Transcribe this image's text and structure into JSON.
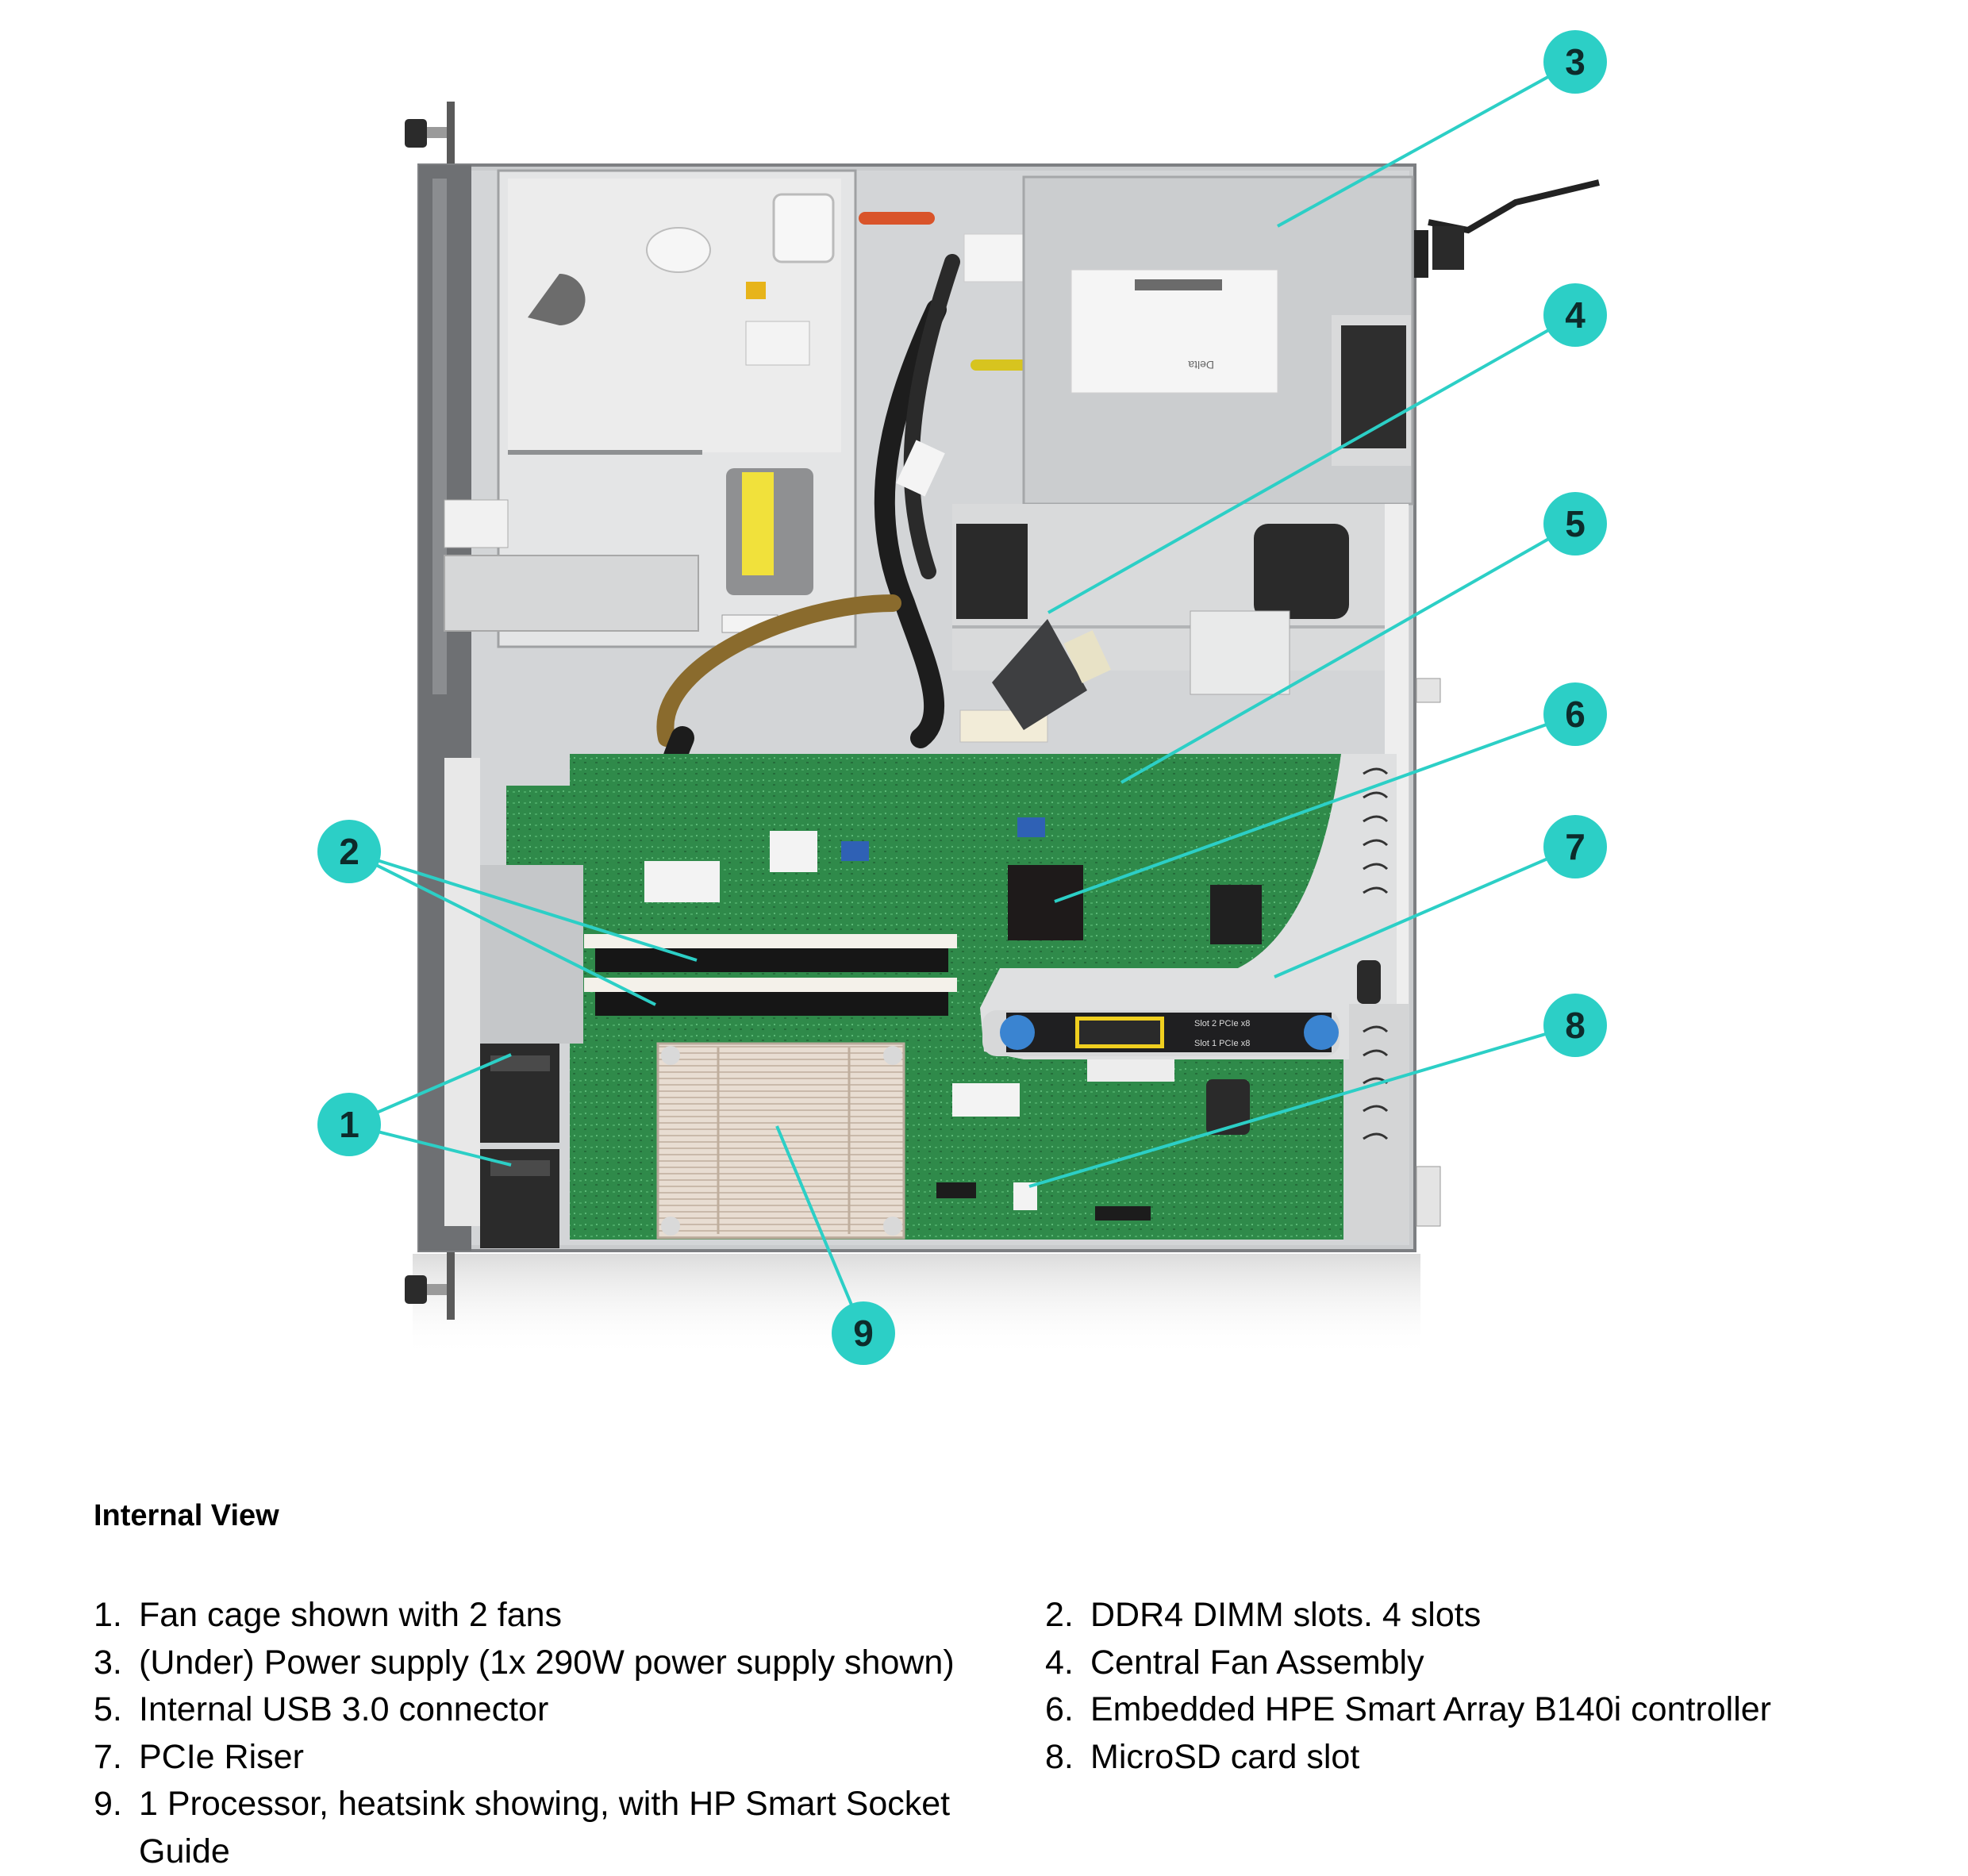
{
  "figure": {
    "subject": "1U rack server internal top-down view",
    "callout_color": "#2ccfc6",
    "callout_text_color": "#0d2b2b",
    "callouts": [
      "1",
      "2",
      "3",
      "4",
      "5",
      "6",
      "7",
      "8",
      "9"
    ],
    "psu_label_text": "Delta",
    "riser_label_top": "Slot 2 PCIe x8",
    "riser_label_bottom": "Slot 1 PCIe x8"
  },
  "caption": {
    "heading": "Internal View",
    "left_items": [
      {
        "num": "1.",
        "text": "Fan cage shown with 2 fans"
      },
      {
        "num": "3.",
        "text": "(Under) Power supply (1x 290W power supply shown)"
      },
      {
        "num": "5.",
        "text": "Internal USB 3.0 connector"
      },
      {
        "num": "7.",
        "text": "PCIe Riser"
      },
      {
        "num": "9.",
        "text": "1 Processor, heatsink showing, with HP Smart Socket Guide"
      }
    ],
    "right_items": [
      {
        "num": "2.",
        "text": "DDR4 DIMM slots. 4 slots"
      },
      {
        "num": "4.",
        "text": "Central Fan Assembly"
      },
      {
        "num": "6.",
        "text": "Embedded HPE Smart Array B140i controller"
      },
      {
        "num": "8.",
        "text": "MicroSD card slot"
      }
    ]
  }
}
